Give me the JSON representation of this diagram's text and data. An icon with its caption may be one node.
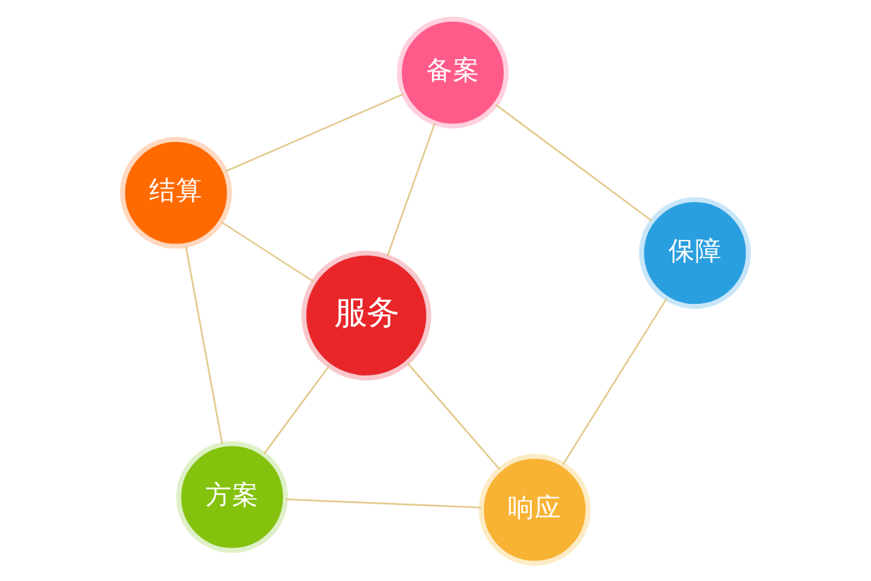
{
  "diagram": {
    "nodes": [
      {
        "text": [
          "方案"
        ]
      },
      {
        "text": [
          "响应"
        ]
      },
      {
        "text": [
          "服务"
        ]
      },
      {
        "text": [
          "结算"
        ]
      },
      {
        "text": [
          "保障"
        ]
      },
      {
        "text": [
          "备案"
        ]
      }
    ],
    "edges": [
      {
        "from": 0,
        "to": 1,
        "arrow": "none"
      },
      {
        "from": 0,
        "to": 2,
        "arrow": "none"
      },
      {
        "from": 0,
        "to": 3,
        "arrow": "none"
      },
      {
        "from": 2,
        "to": 1,
        "arrow": "none"
      },
      {
        "from": 2,
        "to": 3,
        "arrow": "none"
      },
      {
        "from": 2,
        "to": 5,
        "arrow": "none"
      },
      {
        "from": 1,
        "to": 4,
        "arrow": "none"
      },
      {
        "from": 4,
        "to": 5,
        "arrow": "none"
      },
      {
        "from": 3,
        "to": 5,
        "arrow": "none"
      }
    ]
  }
}
